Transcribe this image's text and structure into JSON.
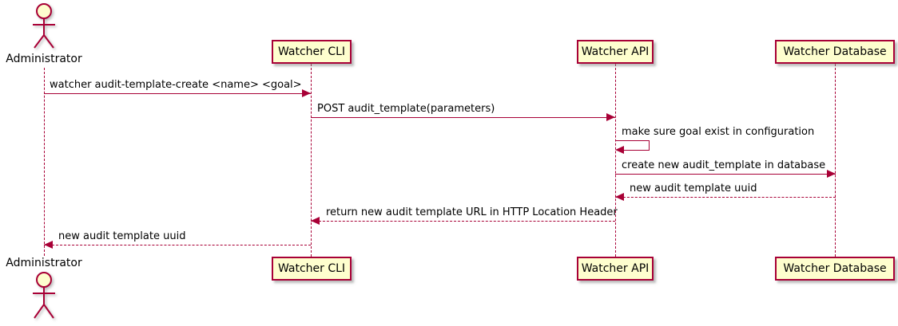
{
  "diagram": {
    "type": "sequence-diagram",
    "colors": {
      "stroke": "#A80036",
      "participant_fill": "#FEFECE",
      "text": "#000000",
      "background": "#FFFFFF"
    },
    "actors": [
      {
        "name": "Administrator",
        "kind": "actor"
      },
      {
        "name": "Watcher CLI",
        "kind": "participant"
      },
      {
        "name": "Watcher API",
        "kind": "participant"
      },
      {
        "name": "Watcher Database",
        "kind": "participant"
      }
    ],
    "messages": [
      {
        "from": "Administrator",
        "to": "Watcher CLI",
        "label": "watcher audit-template-create <name> <goal>",
        "style": "solid"
      },
      {
        "from": "Watcher CLI",
        "to": "Watcher API",
        "label": "POST audit_template(parameters)",
        "style": "solid"
      },
      {
        "from": "Watcher API",
        "to": "Watcher API",
        "label": "make sure goal exist in configuration",
        "style": "solid-self"
      },
      {
        "from": "Watcher API",
        "to": "Watcher Database",
        "label": "create new audit_template in database",
        "style": "solid"
      },
      {
        "from": "Watcher Database",
        "to": "Watcher API",
        "label": "new audit template uuid",
        "style": "dashed"
      },
      {
        "from": "Watcher API",
        "to": "Watcher CLI",
        "label": "return new audit template URL in HTTP Location Header",
        "style": "dashed"
      },
      {
        "from": "Watcher CLI",
        "to": "Administrator",
        "label": "new audit template uuid",
        "style": "dashed"
      }
    ]
  }
}
